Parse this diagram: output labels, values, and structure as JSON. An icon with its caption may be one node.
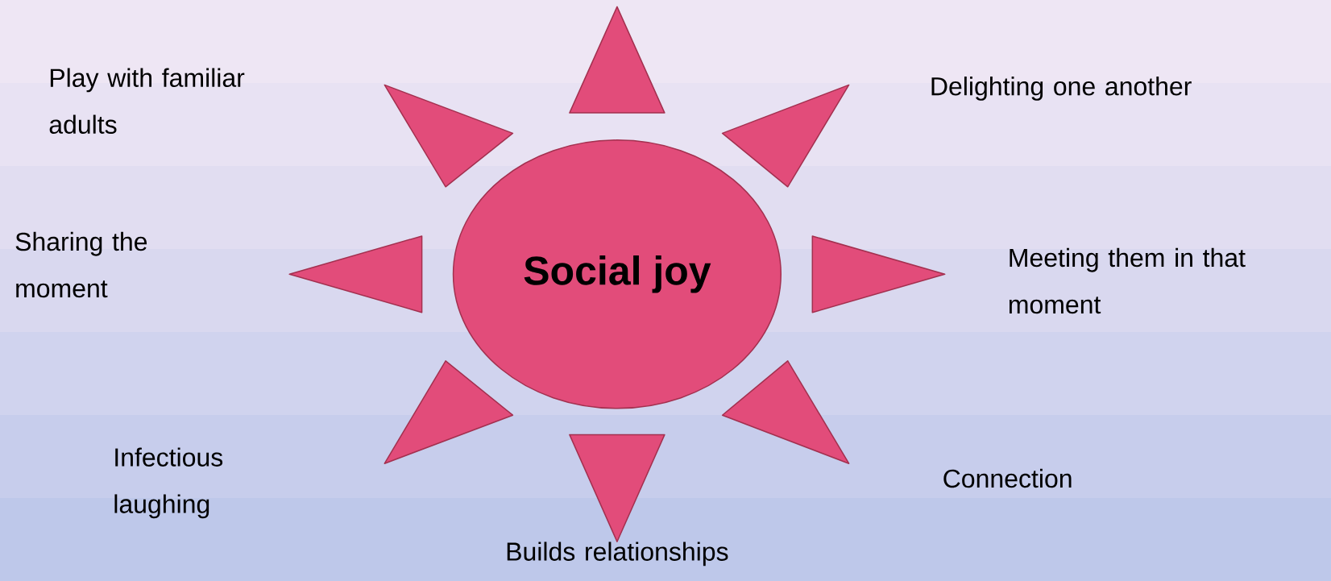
{
  "diagram": {
    "nodes": [
      {
        "text": [
          "Social joy"
        ]
      },
      {
        "text": [],
        "shape": "triangle"
      },
      {
        "text": [],
        "shape": "triangle"
      },
      {
        "text": [],
        "shape": "triangle"
      },
      {
        "text": [],
        "shape": "triangle"
      },
      {
        "text": [],
        "shape": "triangle"
      },
      {
        "text": [],
        "shape": "triangle"
      },
      {
        "text": [],
        "shape": "triangle"
      },
      {
        "text": [],
        "shape": "triangle"
      }
    ],
    "labels": [
      "Play with familiar adults",
      "Delighting one another",
      "Sharing the moment",
      "Meeting them in that moment",
      "Infectious laughing",
      "Connection",
      "Builds relationships"
    ]
  }
}
